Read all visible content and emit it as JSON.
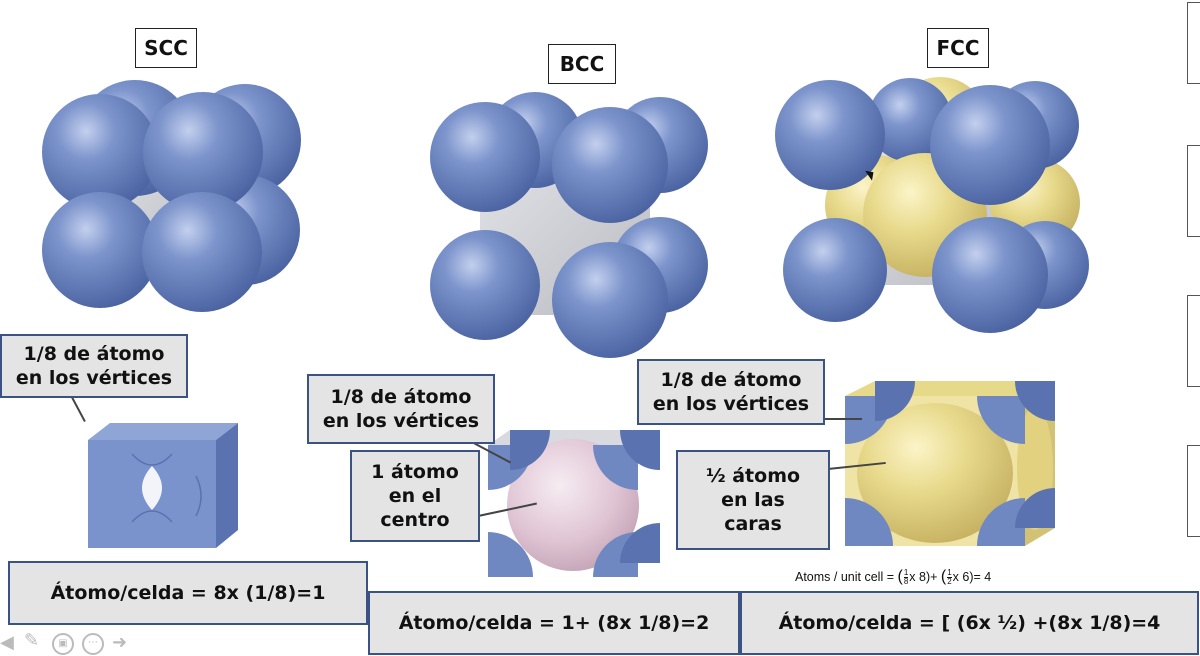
{
  "titles": {
    "scc": "SCC",
    "bcc": "BCC",
    "fcc": "FCC"
  },
  "labels": {
    "scc_vertices": [
      "1/8 de átomo",
      "en los vértices"
    ],
    "bcc_vertices": [
      "1/8 de átomo",
      "en los vértices"
    ],
    "bcc_center": [
      "1 átomo",
      "en el",
      "centro"
    ],
    "fcc_vertices": [
      "1/8 de átomo",
      "en los vértices"
    ],
    "fcc_faces": [
      "½ átomo",
      "en las",
      "caras"
    ]
  },
  "formulas": {
    "scc": "Átomo/celda = 8x (1/8)=1",
    "bcc": "Átomo/celda = 1+ (8x 1/8)=2",
    "fcc": "Átomo/celda = [ (6x ½) +(8x 1/8)=4"
  },
  "fcc_small_formula": {
    "lead": "Atoms / unit cell =",
    "term1_open": "(",
    "term1_num": "1",
    "term1_den": "8",
    "term1_rest": "x 8)+",
    "term2_open": "(",
    "term2_num": "1",
    "term2_den": "2",
    "term2_rest": "x 6)= 4"
  },
  "colors": {
    "atom_blue": "#6f88c2",
    "atom_yellow": "#e6d98a",
    "atom_pink": "#e2c9d6",
    "cube_gray": "#c9cbd0",
    "box_border": "#3b5284"
  },
  "icons": [
    "back-arrow-icon",
    "pen-icon",
    "slide-icon",
    "more-icon",
    "forward-arrow-icon"
  ]
}
